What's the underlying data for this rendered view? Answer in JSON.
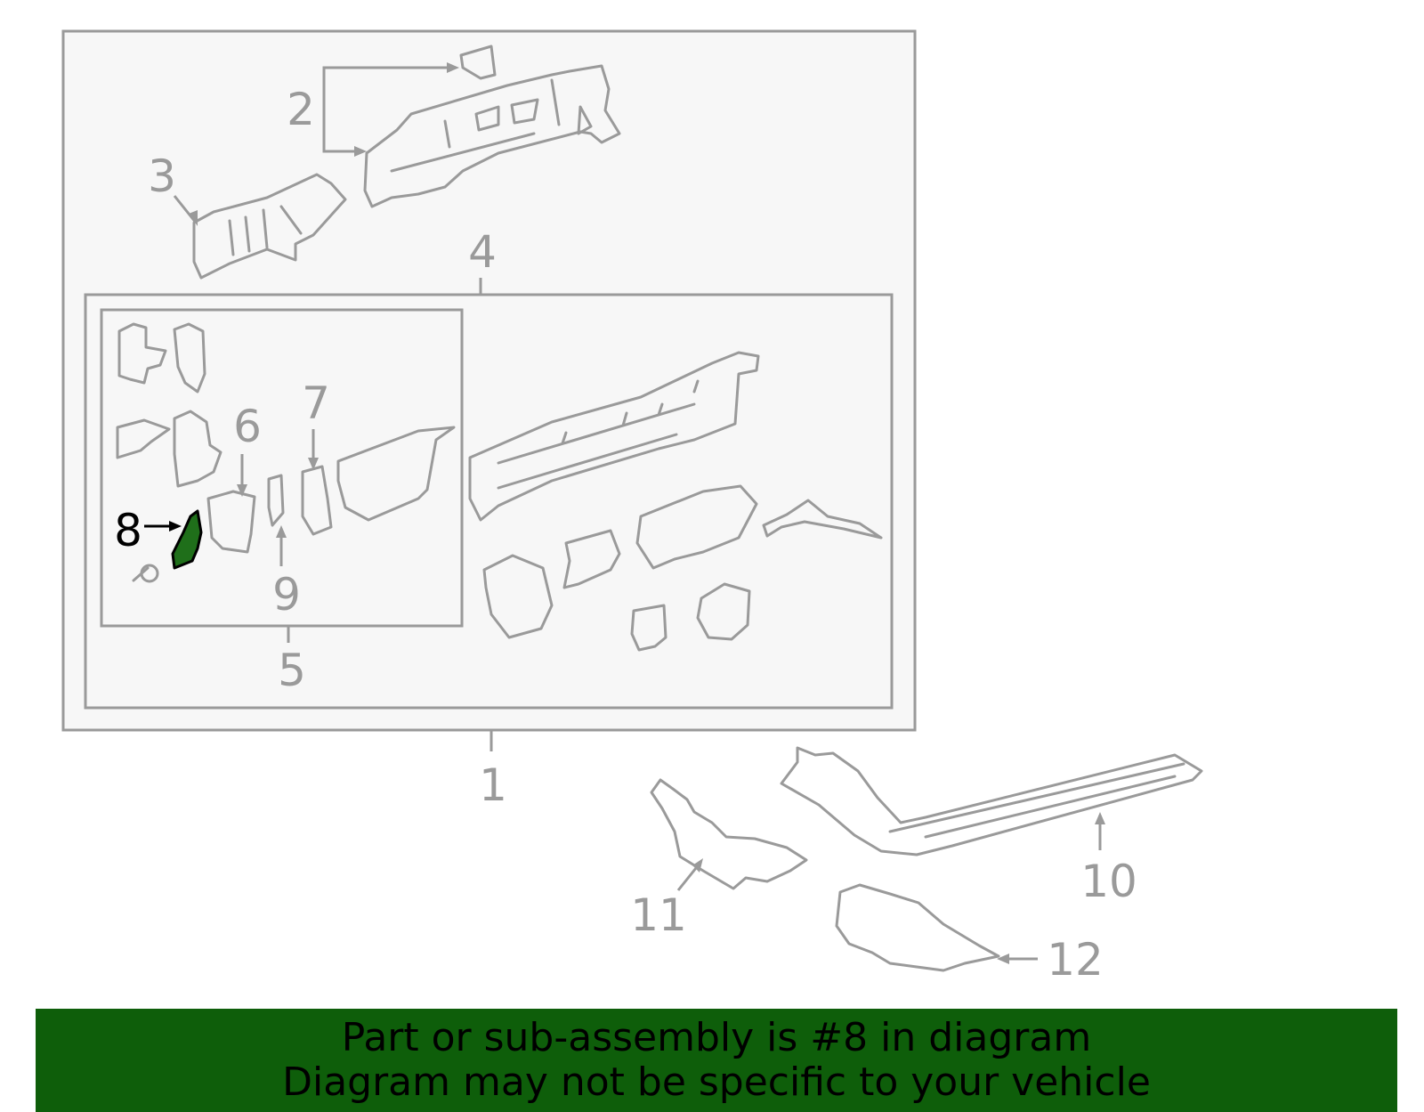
{
  "callouts": {
    "c1": "1",
    "c2": "2",
    "c3": "3",
    "c4": "4",
    "c5": "5",
    "c6": "6",
    "c7": "7",
    "c8": "8",
    "c9": "9",
    "c10": "10",
    "c11": "11",
    "c12": "12"
  },
  "highlighted_part": "8",
  "colors": {
    "line": "#9a9a9a",
    "panel": "#f7f7f7",
    "highlight": "#1f6f1a",
    "banner": "#0e5e0a",
    "callout_active": "#000000"
  },
  "banner": {
    "line1": "Part or sub-assembly is #8 in diagram",
    "line2": "Diagram may not be specific to your vehicle"
  }
}
